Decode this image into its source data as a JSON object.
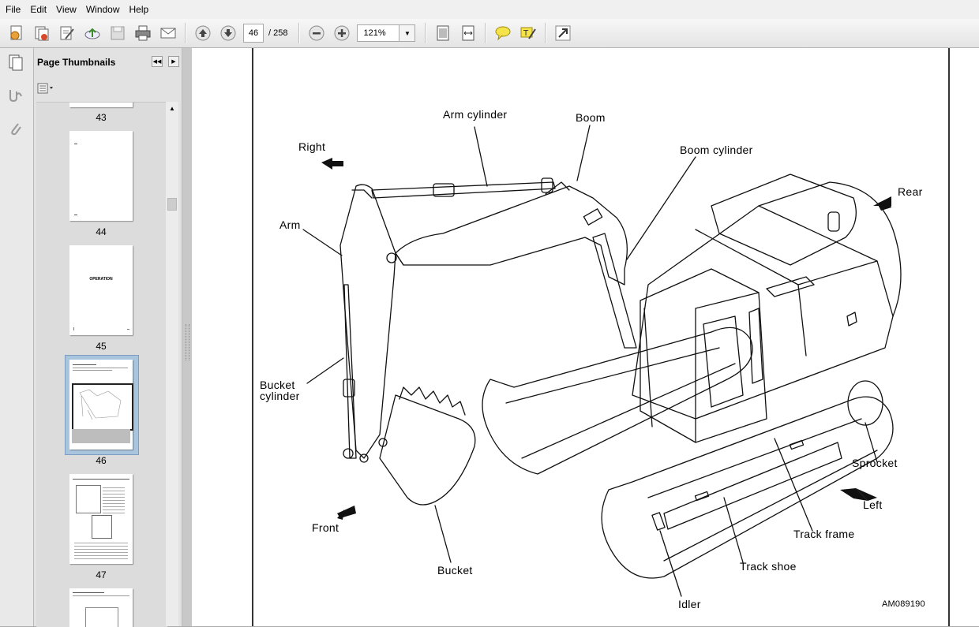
{
  "menu": {
    "items": [
      "File",
      "Edit",
      "View",
      "Window",
      "Help"
    ]
  },
  "toolbar": {
    "current_page": "46",
    "total_pages": "/ 258",
    "zoom": "121%"
  },
  "thumbnails_panel": {
    "title": "Page Thumbnails",
    "pages": [
      {
        "number": "43"
      },
      {
        "number": "44"
      },
      {
        "number": "45",
        "heading": "OPERATION"
      },
      {
        "number": "46",
        "selected": true
      },
      {
        "number": "47"
      }
    ]
  },
  "diagram": {
    "labels": {
      "arm_cylinder": "Arm cylinder",
      "boom": "Boom",
      "boom_cylinder": "Boom cylinder",
      "right": "Right",
      "rear": "Rear",
      "arm": "Arm",
      "bucket_cylinder_1": "Bucket",
      "bucket_cylinder_2": "cylinder",
      "sprocket": "Sprocket",
      "left": "Left",
      "front": "Front",
      "track_frame": "Track frame",
      "track_shoe": "Track shoe",
      "bucket": "Bucket",
      "idler": "Idler"
    },
    "figure_code": "AM089190"
  }
}
